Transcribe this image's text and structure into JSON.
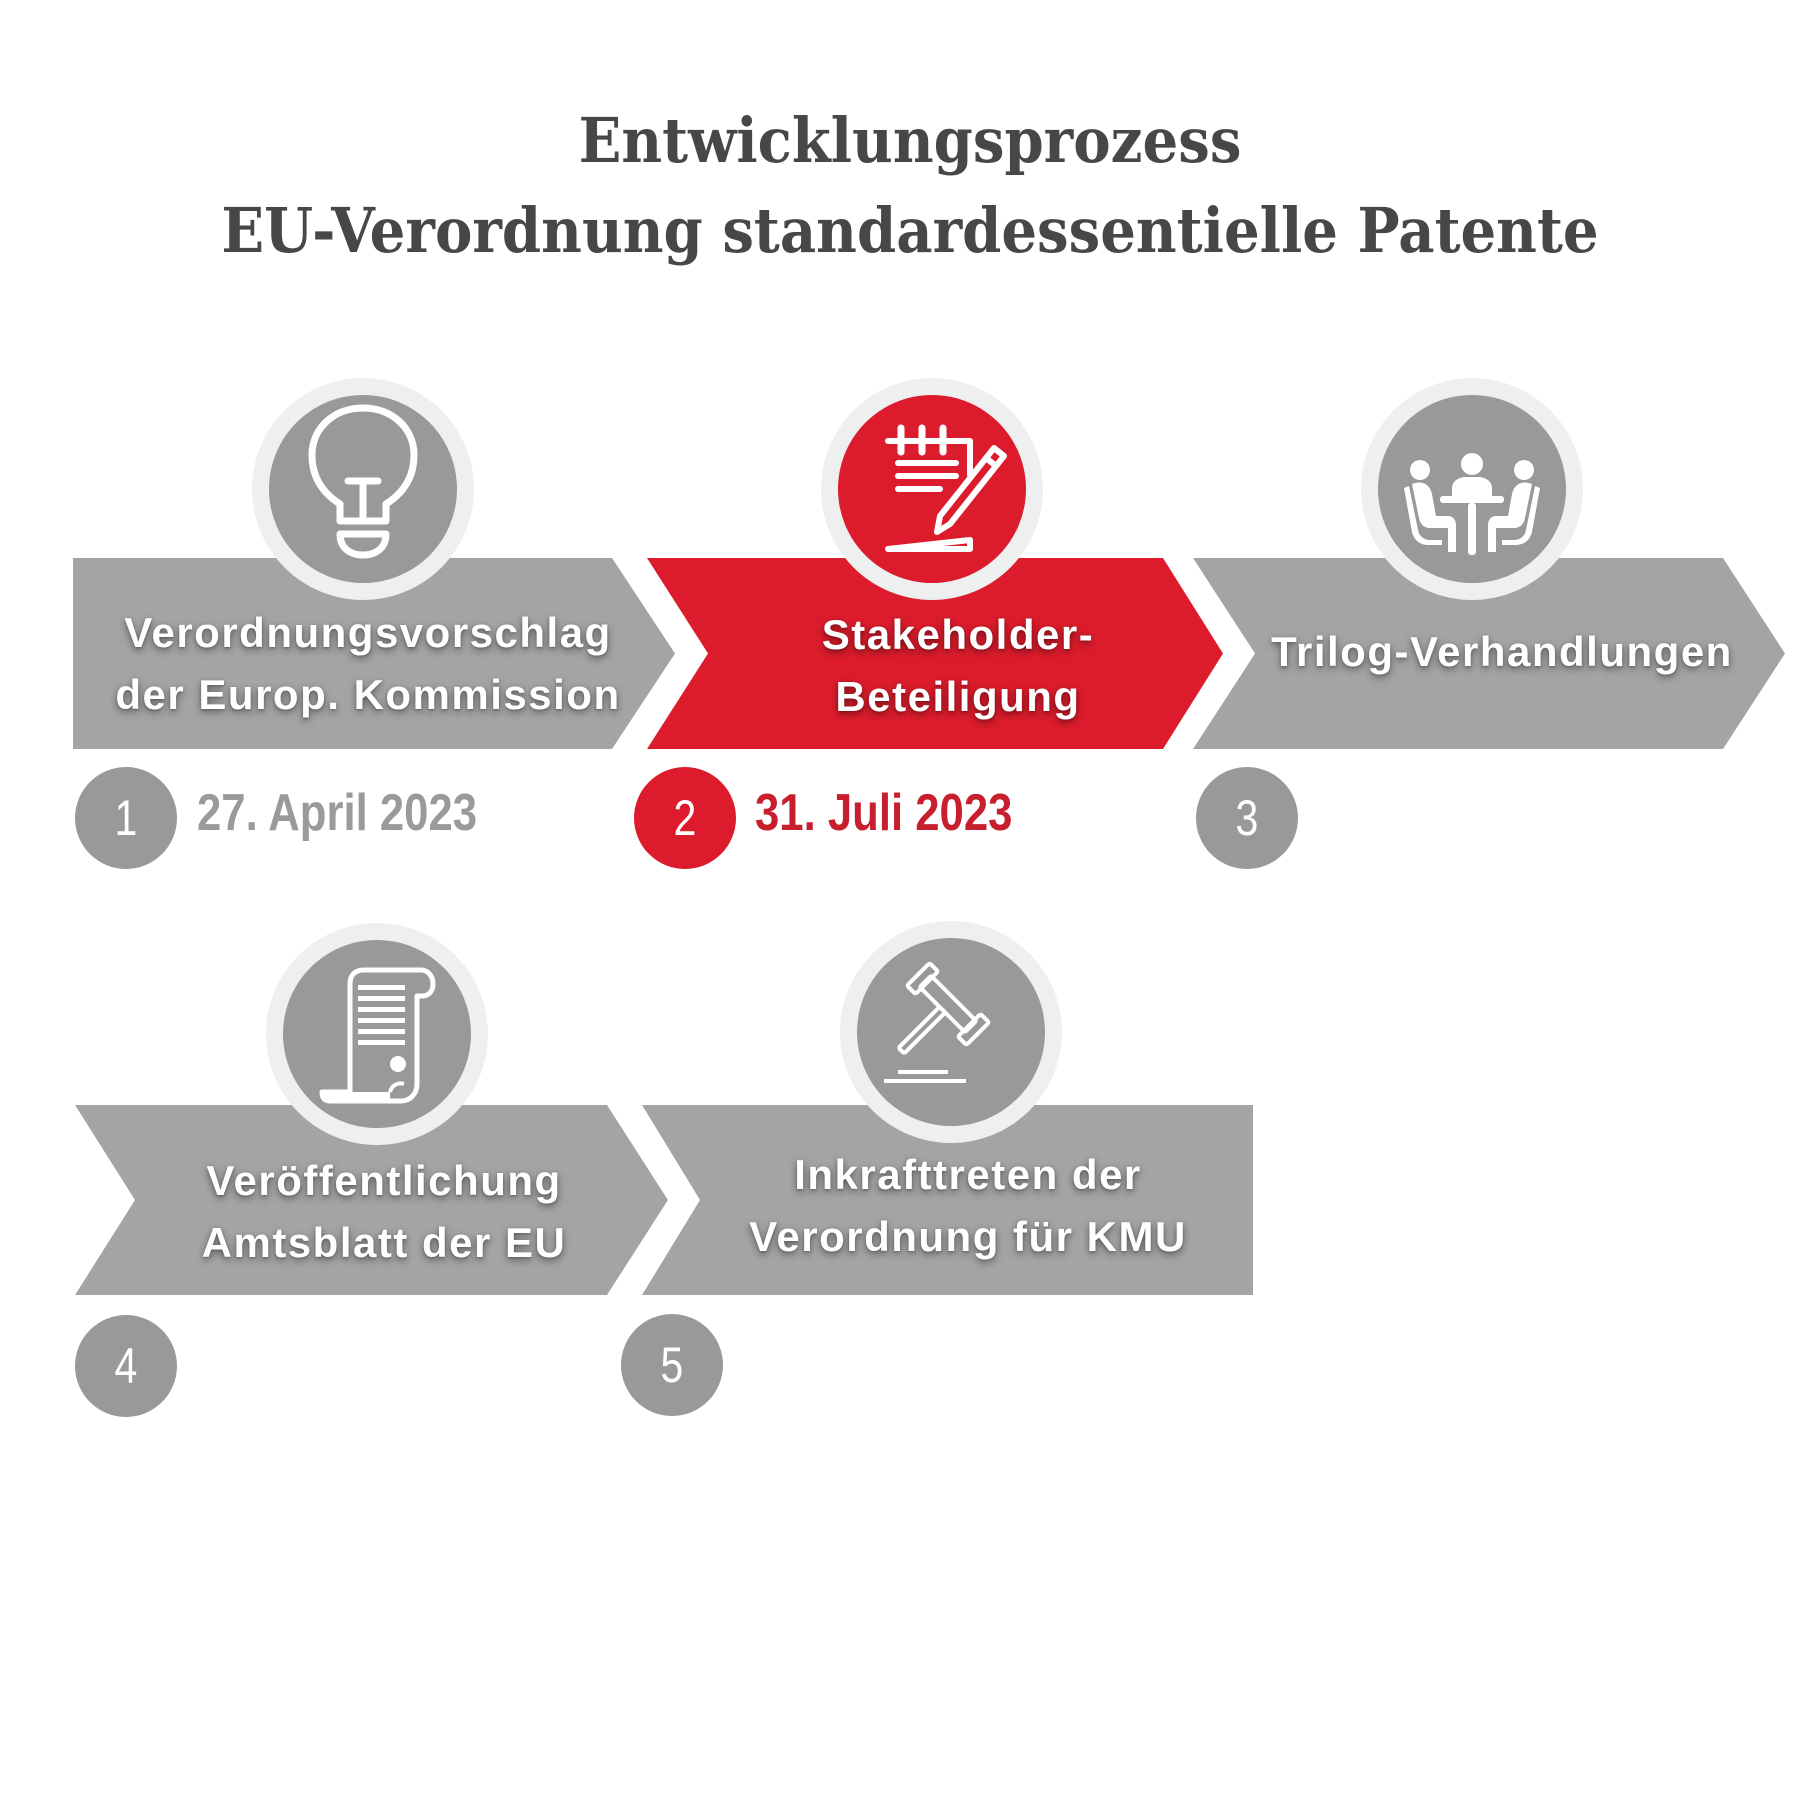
{
  "title": {
    "line1": "Entwicklungsprozess",
    "line2": "EU-Verordnung standardessentielle Patente"
  },
  "colors": {
    "active_red": "#dc1c2c",
    "active_date_red": "#c81f2e",
    "banner_gray": "#a4a4a4",
    "circle_gray": "#999999",
    "ring_light": "#eef0ef",
    "inactive_date_gray": "#9a9a9a",
    "title_text": "#474747"
  },
  "steps": [
    {
      "number": "1",
      "label_line1": "Verordnungsvorschlag",
      "label_line2": "der Europ. Kommission",
      "date": "27. April 2023",
      "icon": "lightbulb-icon",
      "active": false
    },
    {
      "number": "2",
      "label_line1": "Stakeholder-",
      "label_line2": "Beteiligung",
      "date": "31. Juli 2023",
      "icon": "notepad-pencil-icon",
      "active": true
    },
    {
      "number": "3",
      "label_line1": "Trilog-Verhandlungen",
      "label_line2": "",
      "date": "",
      "icon": "meeting-table-icon",
      "active": false
    },
    {
      "number": "4",
      "label_line1": "Veröffentlichung",
      "label_line2": "Amtsblatt der EU",
      "date": "",
      "icon": "scroll-certificate-icon",
      "active": false
    },
    {
      "number": "5",
      "label_line1": "Inkrafttreten der",
      "label_line2": "Verordnung für KMU",
      "date": "",
      "icon": "gavel-icon",
      "active": false
    }
  ]
}
